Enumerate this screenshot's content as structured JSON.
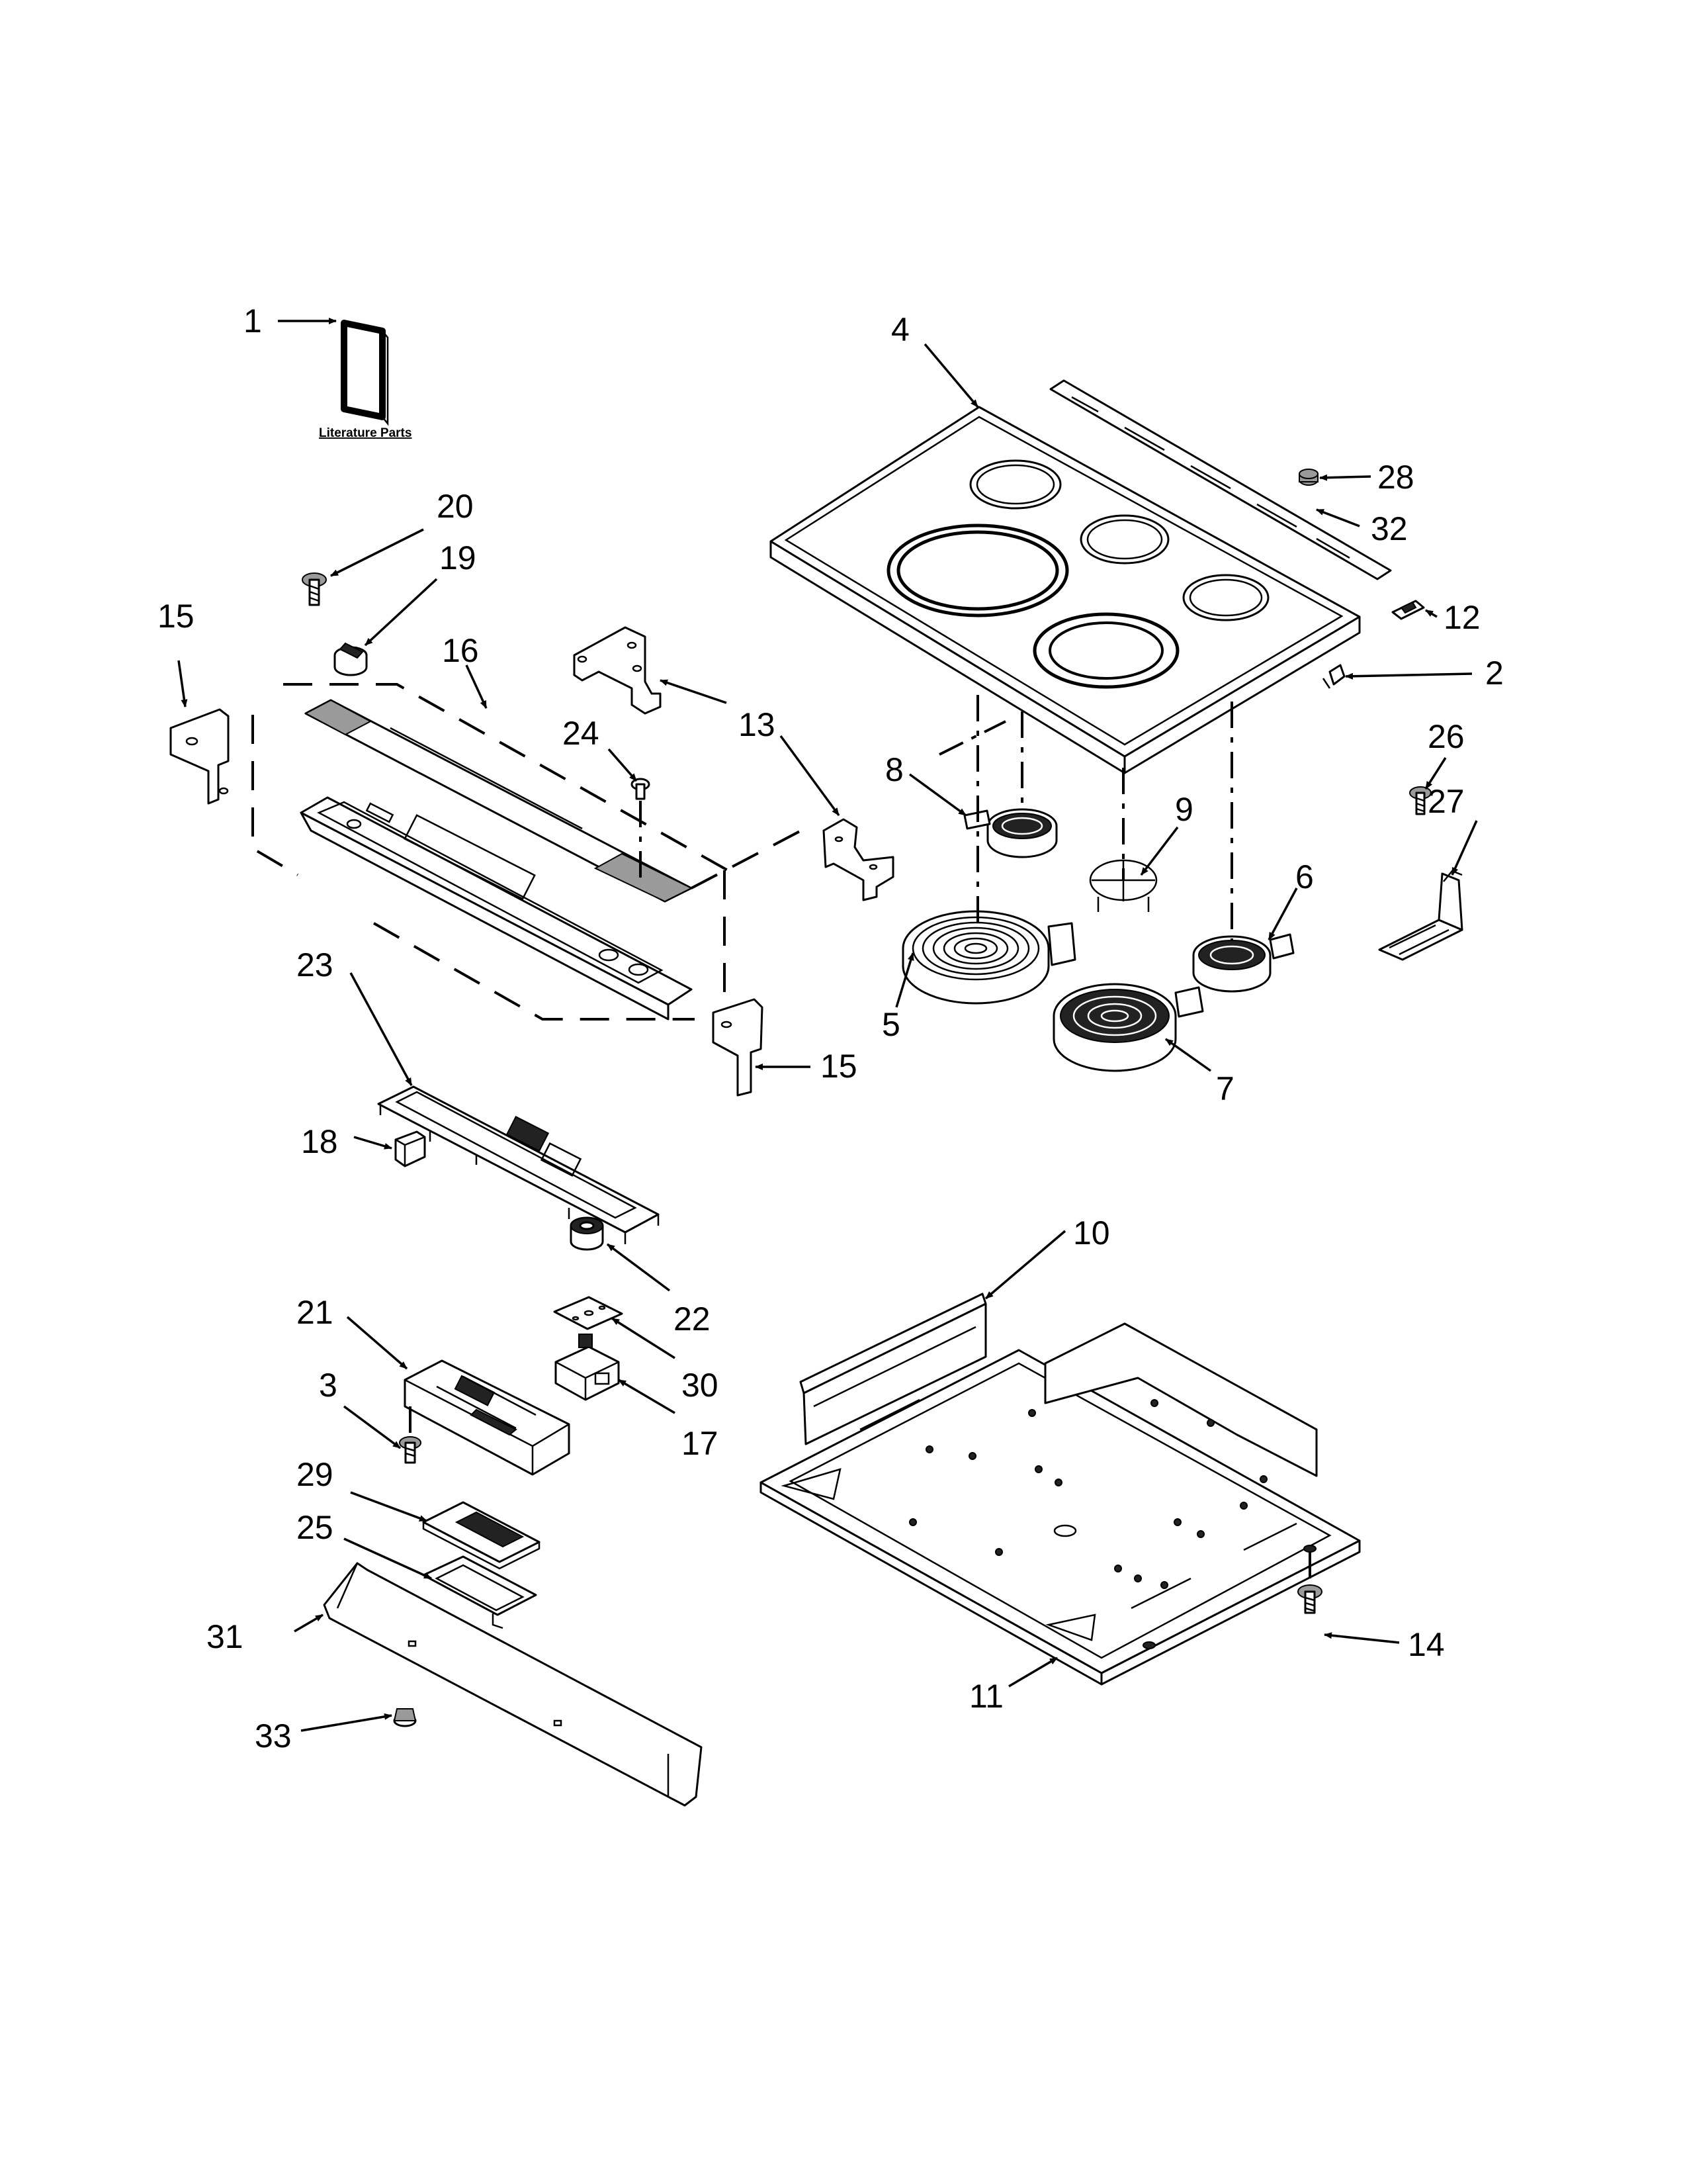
{
  "literature_caption": "Literature Parts",
  "callouts": [
    {
      "id": "c1",
      "label": "1"
    },
    {
      "id": "c2",
      "label": "2"
    },
    {
      "id": "c3",
      "label": "3"
    },
    {
      "id": "c4",
      "label": "4"
    },
    {
      "id": "c5",
      "label": "5"
    },
    {
      "id": "c6",
      "label": "6"
    },
    {
      "id": "c7",
      "label": "7"
    },
    {
      "id": "c8",
      "label": "8"
    },
    {
      "id": "c9",
      "label": "9"
    },
    {
      "id": "c10",
      "label": "10"
    },
    {
      "id": "c11",
      "label": "11"
    },
    {
      "id": "c12",
      "label": "12"
    },
    {
      "id": "c13",
      "label": "13"
    },
    {
      "id": "c14",
      "label": "14"
    },
    {
      "id": "c15a",
      "label": "15"
    },
    {
      "id": "c15b",
      "label": "15"
    },
    {
      "id": "c16",
      "label": "16"
    },
    {
      "id": "c17",
      "label": "17"
    },
    {
      "id": "c18",
      "label": "18"
    },
    {
      "id": "c19",
      "label": "19"
    },
    {
      "id": "c20",
      "label": "20"
    },
    {
      "id": "c21",
      "label": "21"
    },
    {
      "id": "c22",
      "label": "22"
    },
    {
      "id": "c23",
      "label": "23"
    },
    {
      "id": "c24",
      "label": "24"
    },
    {
      "id": "c25",
      "label": "25"
    },
    {
      "id": "c26",
      "label": "26"
    },
    {
      "id": "c27",
      "label": "27"
    },
    {
      "id": "c28",
      "label": "28"
    },
    {
      "id": "c29",
      "label": "29"
    },
    {
      "id": "c30",
      "label": "30"
    },
    {
      "id": "c31",
      "label": "31"
    },
    {
      "id": "c32",
      "label": "32"
    },
    {
      "id": "c33",
      "label": "33"
    }
  ]
}
